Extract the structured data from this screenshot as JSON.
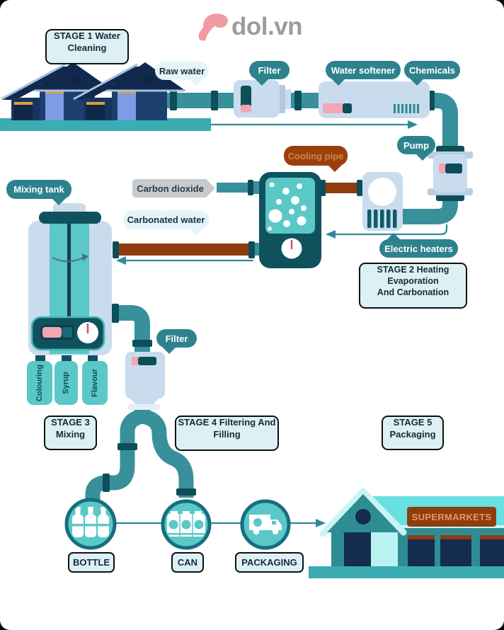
{
  "logo": {
    "text": "dol.vn",
    "icon": "dol-leaf-icon",
    "icon_color": "#f29aa2",
    "text_color": "#9c9c9c"
  },
  "stages": [
    {
      "title": "STAGE 1",
      "subtitle": "Water Cleaning"
    },
    {
      "title": "STAGE 2",
      "subtitle": "Heating Evaporation\nAnd Carbonation"
    },
    {
      "title": "STAGE 3",
      "subtitle": "Mixing"
    },
    {
      "title": "STAGE 4",
      "subtitle": "Filtering And Filling"
    },
    {
      "title": "STAGE 5",
      "subtitle": "Packaging"
    }
  ],
  "labels": {
    "raw_water": "Raw water",
    "filter_top": "Filter",
    "water_softener": "Water softener",
    "chemicals": "Chemicals",
    "pump": "Pump",
    "cooling_pipe": "Cooling pipe",
    "carbon_dioxide": "Carbon dioxide",
    "carbonated_water": "Carbonated water",
    "electric_heaters": "Electric heaters",
    "mixing_tank": "Mixing tank",
    "filter_mid": "Filter"
  },
  "mixing_inputs": {
    "colouring": "Colouring",
    "syrup": "Syrup",
    "flavour": "Flavour"
  },
  "outputs": {
    "bottle": "BOTTLE",
    "can": "CAN",
    "packaging": "PACKAGING"
  },
  "supermarket": {
    "sign": "SUPERMARKETS"
  },
  "colors": {
    "pipe_teal": "#38909b",
    "coupling_dark": "#0d4e5a",
    "bubble_teal": "#2e828e",
    "bubble_light": "#e4f5f7",
    "device_blue": "#c9dcee",
    "aqua": "#5ac8c7",
    "dark_teal": "#0f525e",
    "brown_pipe": "#8e3d0f",
    "brown_text": "#d08544",
    "pink": "#f4a4b2",
    "navy_house": "#1d4070",
    "ground_teal": "#3aacb2",
    "stage_box_bg": "#ddf1f4",
    "logo_pink": "#f29aa2",
    "sign_text": "#f0935f"
  }
}
